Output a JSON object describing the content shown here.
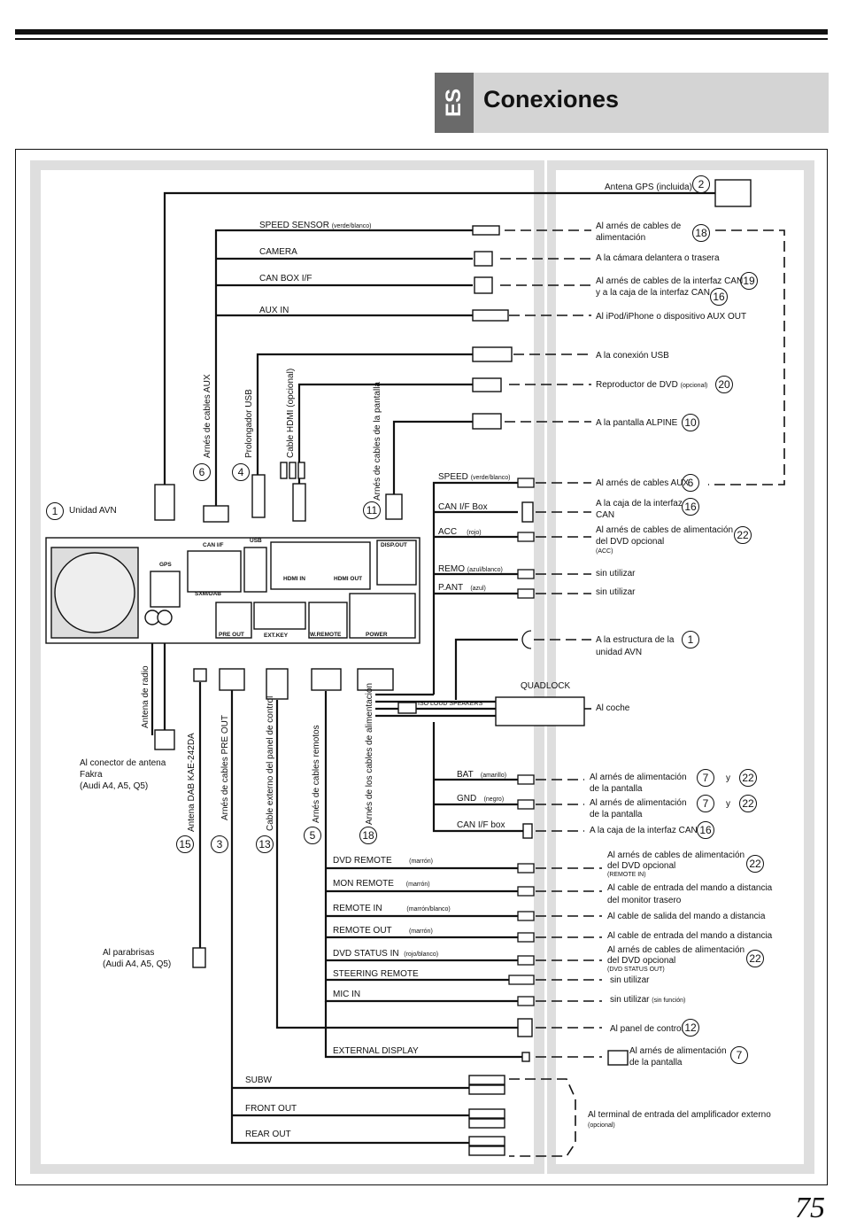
{
  "header": {
    "language_tab": "ES",
    "title": "Conexiones"
  },
  "page_number": "75",
  "unit": {
    "label": "Unidad AVN",
    "ports": {
      "can_if": "CAN I/F",
      "usb": "USB",
      "disp_out": "DISP.OUT",
      "gps": "GPS",
      "hdmi_in": "HDMI IN",
      "hdmi_out": "HDMI OUT",
      "sxm_dab": "SXM/DAB",
      "pre_out": "PRE OUT",
      "ext_key": "EXT.KEY",
      "w_remote": "W.REMOTE",
      "power": "POWER"
    }
  },
  "numbers": {
    "n1": "1",
    "n2": "2",
    "n3": "3",
    "n4": "4",
    "n5": "5",
    "n6": "6",
    "n7": "7",
    "n10": "10",
    "n11": "11",
    "n12": "12",
    "n13": "13",
    "n15": "15",
    "n16": "16",
    "n18": "18",
    "n19": "19",
    "n20": "20",
    "n22": "22"
  },
  "vertical_labels": {
    "aux_harness": "Arnés de cables AUX",
    "usb_ext": "Prolongador USB",
    "hdmi_cable": "Cable HDMI (opcional)",
    "screen_harness": "Arnés de cables de la pantalla",
    "radio_antenna": "Antena de radio",
    "dab_antenna": "Antena DAB  KAE-242DA",
    "preout_harness": "Arnés de cables PRE OUT",
    "ext_panel_cable": "Cable externo del panel de control",
    "remote_harness": "Arnés de cables remotos",
    "power_harness": "Arnés de los cables de alimentación"
  },
  "top_cables": {
    "speed_sensor": "SPEED SENSOR",
    "speed_sensor_color": "(verde/blanco)",
    "camera": "CAMERA",
    "can_box": "CAN BOX I/F",
    "aux_in": "AUX IN"
  },
  "right_targets": {
    "gps": "Antena GPS (incluida)",
    "power_harness_1": "Al arnés de cables de",
    "power_harness_2": "alimentación",
    "camera": "A la cámara delantera o trasera",
    "can_1": "Al arnés de cables de la interfaz CAN",
    "can_2": "y a la caja de la interfaz CAN",
    "ipod": "Al iPod/iPhone o dispositivo AUX OUT",
    "usb": "A la conexión USB",
    "dvd": "Reproductor de DVD",
    "dvd_opt": "(opcional)",
    "alpine": "A la pantalla ALPINE",
    "aux_harness": "Al arnés de cables AUX",
    "can_box_1": "A la caja de la interfaz",
    "can_box_2": "CAN",
    "dvd_power_1": "Al arnés de cables de alimentación",
    "dvd_power_2": "del DVD opcional",
    "dvd_power_acc": "(ACC)",
    "unused": "sin utilizar",
    "unit_frame_1": "A la estructura de la",
    "unit_frame_2": "unidad AVN",
    "car": "Al coche",
    "screen_power_1": "Al arnés de alimentación",
    "screen_power_2": "de la pantalla",
    "and": "y",
    "can_box_full": "A la caja de la interfaz CAN",
    "dvd_remote_in": "(REMOTE IN)",
    "rear_mon_1": "Al cable de entrada del mando a distancia",
    "rear_mon_2": "del monitor trasero",
    "remote_out": "Al cable de salida del mando a distancia",
    "remote_in": "Al cable de entrada del mando a distancia",
    "dvd_status": "(DVD STATUS OUT)",
    "unused_fn": "(sin función)",
    "control_panel": "Al panel de control",
    "amp_1": "Al terminal de entrada del amplificador externo",
    "amp_2": "(opcional)"
  },
  "left_notes": {
    "fakra_1": "Al conector de antena",
    "fakra_2": "Fakra",
    "fakra_3": "(Audi A4, A5, Q5)",
    "windshield_1": "Al parabrisas",
    "windshield_2": "(Audi A4, A5, Q5)"
  },
  "wires": {
    "speed": "SPEED",
    "speed_c": "(verde/blanco)",
    "can_box": "CAN I/F Box",
    "acc": "ACC",
    "acc_c": "(rojo)",
    "remo": "REMO",
    "remo_c": "(azul/blanco)",
    "pant": "P.ANT",
    "pant_c": "(azul)",
    "quadlock": "QUADLOCK",
    "iso": "ISO LOUD SPEAKERS",
    "bat": "BAT",
    "bat_c": "(amarillo)",
    "gnd": "GND",
    "gnd_c": "(negro)",
    "can_box2": "CAN I/F box",
    "dvd_remote": "DVD REMOTE",
    "brown": "(marrón)",
    "mon_remote": "MON REMOTE",
    "remote_in": "REMOTE IN",
    "remote_in_c": "(marrón/blanco)",
    "remote_out": "REMOTE OUT",
    "dvd_status": "DVD STATUS IN",
    "dvd_status_c": "(rojo/blanco)",
    "steering": "STEERING REMOTE",
    "mic": "MIC IN",
    "ext_display": "EXTERNAL DISPLAY",
    "subw": "SUBW",
    "front": "FRONT OUT",
    "rear": "REAR OUT"
  }
}
